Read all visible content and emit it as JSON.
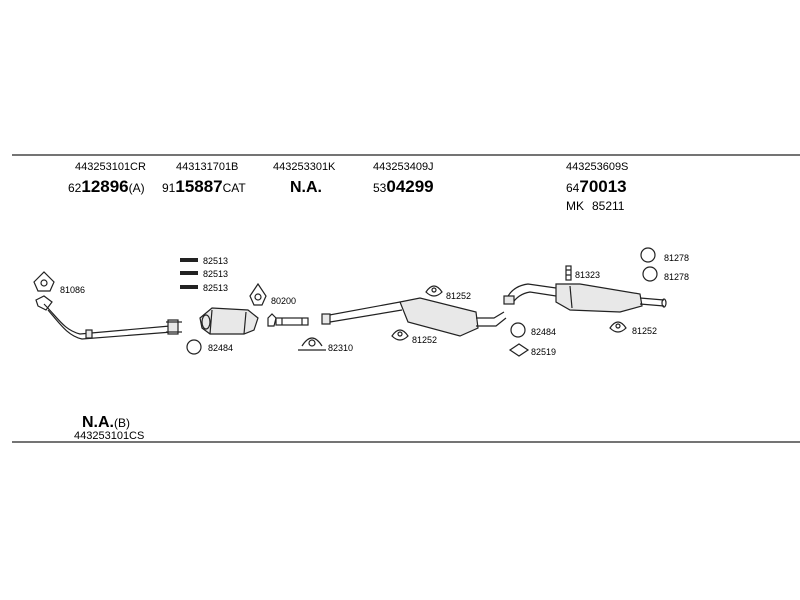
{
  "header": {
    "columns": [
      {
        "oem": "443253101CR",
        "prefix": "62",
        "number": "12896",
        "suffix": "(A)"
      },
      {
        "oem": "443131701B",
        "prefix": "91",
        "number": "15887",
        "suffix": "CAT"
      },
      {
        "oem": "443253301K",
        "prefix": "",
        "number": "N.A.",
        "suffix": ""
      },
      {
        "oem": "443253409J",
        "prefix": "53",
        "number": "04299",
        "suffix": ""
      },
      {
        "oem": "443253609S",
        "prefix": "64",
        "number": "70013",
        "suffix": ""
      }
    ],
    "kit_label": "MK",
    "kit_number": "85211"
  },
  "parts": {
    "p81086": "81086",
    "p82513a": "82513",
    "p82513b": "82513",
    "p82513c": "82513",
    "p82484a": "82484",
    "p80200": "80200",
    "p82310": "82310",
    "p81252a": "81252",
    "p81252b": "81252",
    "p81252c": "81252",
    "p81323": "81323",
    "p81278a": "81278",
    "p81278b": "81278",
    "p82484b": "82484",
    "p82519": "82519"
  },
  "footer": {
    "na": "N.A.",
    "na_suffix": "(B)",
    "oem": "443253101CS"
  }
}
